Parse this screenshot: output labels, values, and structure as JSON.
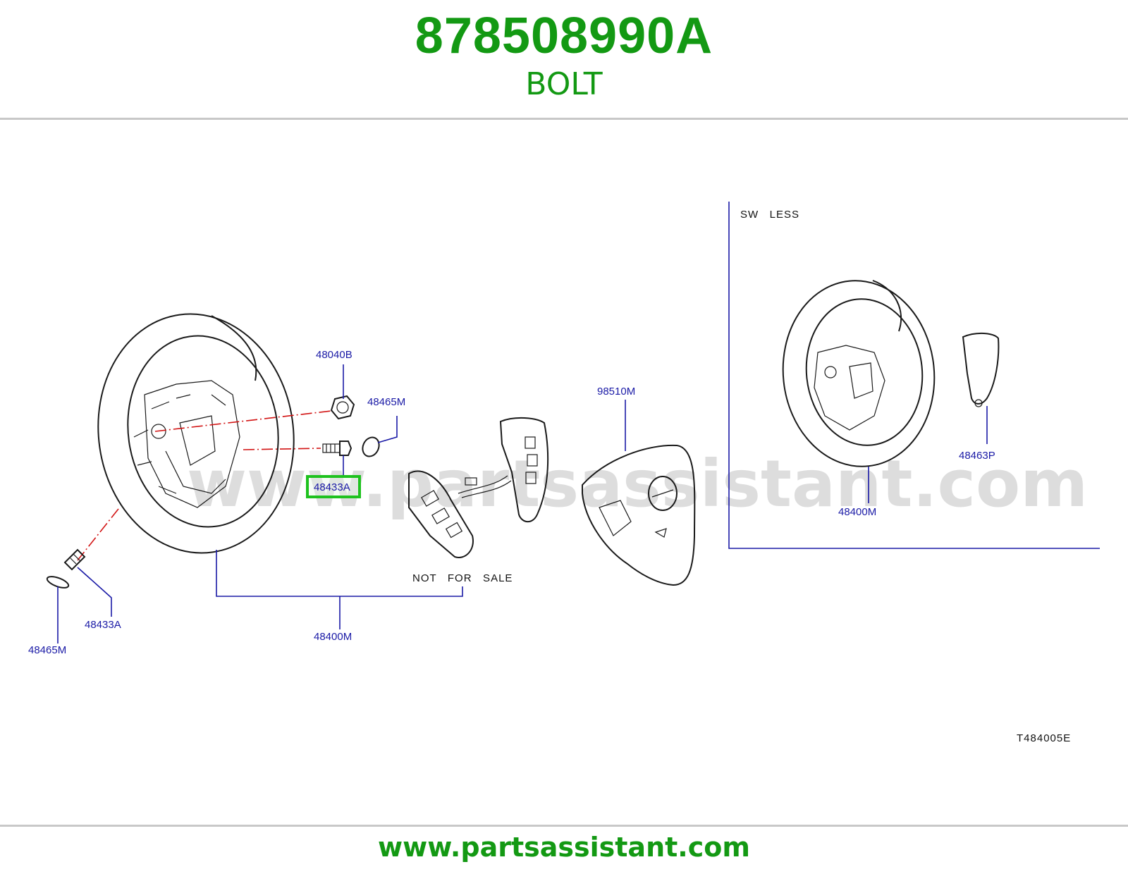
{
  "header": {
    "part_number": "878508990A",
    "part_name": "BOLT"
  },
  "diagram": {
    "section_label": "SW   LESS",
    "note": "NOT   FOR   SALE",
    "drawing_code": "T484005E",
    "watermark": "www.partsassistant.com",
    "callouts": {
      "c48040B": "48040B",
      "c48465M_top": "48465M",
      "c48433A_top": "48433A",
      "c98510M": "98510M",
      "c48433A_bottom": "48433A",
      "c48465M_bottom": "48465M",
      "c48400M_main": "48400M",
      "c48400M_sw_less": "48400M",
      "c48463P": "48463P"
    },
    "highlighted_callout": "48433A",
    "colors": {
      "brand_green": "#139913",
      "highlight_green": "#1ec21e",
      "callout_blue": "#1a1aa6",
      "centerline_red": "#d21414"
    }
  },
  "footer": {
    "url": "www.partsassistant.com"
  }
}
